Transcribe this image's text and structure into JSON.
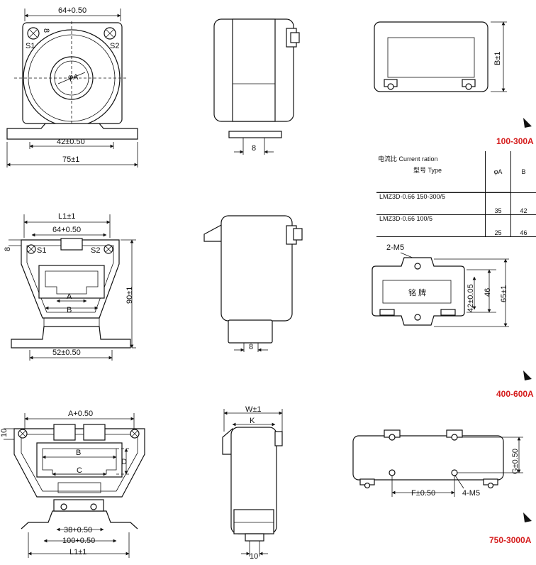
{
  "view1": {
    "dim_top": "64+0.50",
    "dim_mid": "42±0.50",
    "dim_bot": "75±1",
    "dim_8": "8",
    "s1": "S1",
    "s2": "S2",
    "phiA": "φA"
  },
  "view2": {
    "dim_8": "8"
  },
  "view3": {
    "dim_b": "B±1"
  },
  "range1": "100-300A",
  "table": {
    "hdr_a": "电流比 Current ration",
    "hdr_b": "型号 Type",
    "col_phi": "φA",
    "col_b": "B",
    "rows": [
      {
        "type": "LMZ3D-0.66 150-300/5",
        "phi": "35",
        "b": "42"
      },
      {
        "type": "LMZ3D-0.66 100/5",
        "phi": "25",
        "b": "46"
      }
    ]
  },
  "view4": {
    "dim_l1": "L1±1",
    "dim_64": "64+0.50",
    "dim_8": "8",
    "dim_90": "90±1",
    "dim_52": "52±0.50",
    "a": "A",
    "b": "B",
    "s1": "S1",
    "s2": "S2"
  },
  "view5": {
    "dim_8": "8"
  },
  "view6": {
    "m5": "2-M5",
    "plate": "铭 牌",
    "dim_42": "42±0.05",
    "dim_46": "46",
    "dim_65": "65±1"
  },
  "range2": "400-600A",
  "view7": {
    "dim_a": "A+0.50",
    "dim_10": "10",
    "b": "B",
    "c": "C",
    "d": "D",
    "dim_38": "38+0.50",
    "dim_100": "100+0.50",
    "dim_l1": "L1±1"
  },
  "view8": {
    "dim_w": "W±1",
    "k": "K",
    "dim_10": "10"
  },
  "view9": {
    "dim_g": "G±0.50",
    "dim_f": "F±0.50",
    "m5": "4-M5"
  },
  "range3": "750-3000A"
}
